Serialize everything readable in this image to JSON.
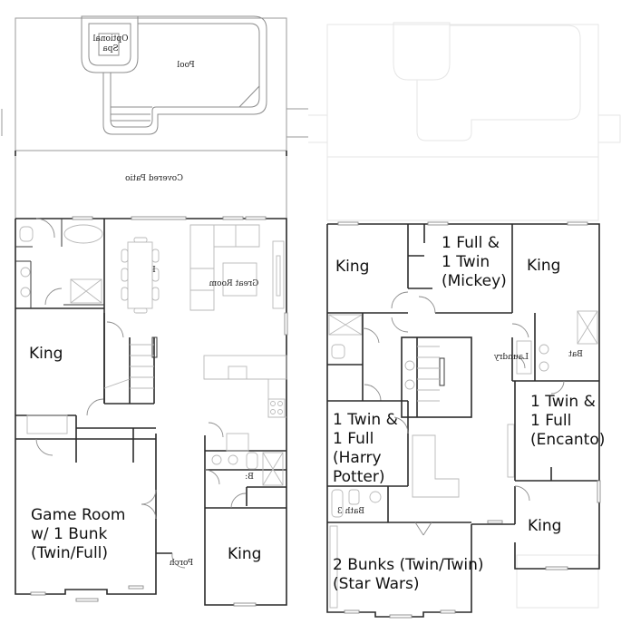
{
  "diagram": {
    "type": "floor-plan",
    "plans": [
      {
        "id": "first-floor",
        "outdoor_labels": {
          "spa": "Optional\nSpa",
          "pool": "Pool",
          "patio": "Covered Patio",
          "porch": "Porch"
        },
        "interior_small_labels": {
          "great_room": "Great Room",
          "dining_marker": "I",
          "bath": "B:"
        },
        "rooms": [
          {
            "label": "King"
          },
          {
            "label": "Game Room\nw/ 1 Bunk\n(Twin/Full)"
          },
          {
            "label": "King"
          }
        ]
      },
      {
        "id": "second-floor",
        "interior_small_labels": {
          "laundry": "Laundry",
          "bath": "Bat",
          "bath3": "Bath 3"
        },
        "rooms": [
          {
            "label": "King"
          },
          {
            "label": "1 Full &\n1 Twin\n(Mickey)"
          },
          {
            "label": "King"
          },
          {
            "label": "1 Twin &\n1 Full\n(Harry\nPotter)"
          },
          {
            "label": "1 Twin &\n1 Full\n(Encanto)"
          },
          {
            "label": "King"
          },
          {
            "label": "2 Bunks (Twin/Twin)\n(Star Wars)"
          }
        ]
      }
    ],
    "colors": {
      "walls": "#2b2b2b",
      "fixtures": "#b9b9b9",
      "ghost": "#e6e6e6",
      "text": "#111111"
    }
  }
}
